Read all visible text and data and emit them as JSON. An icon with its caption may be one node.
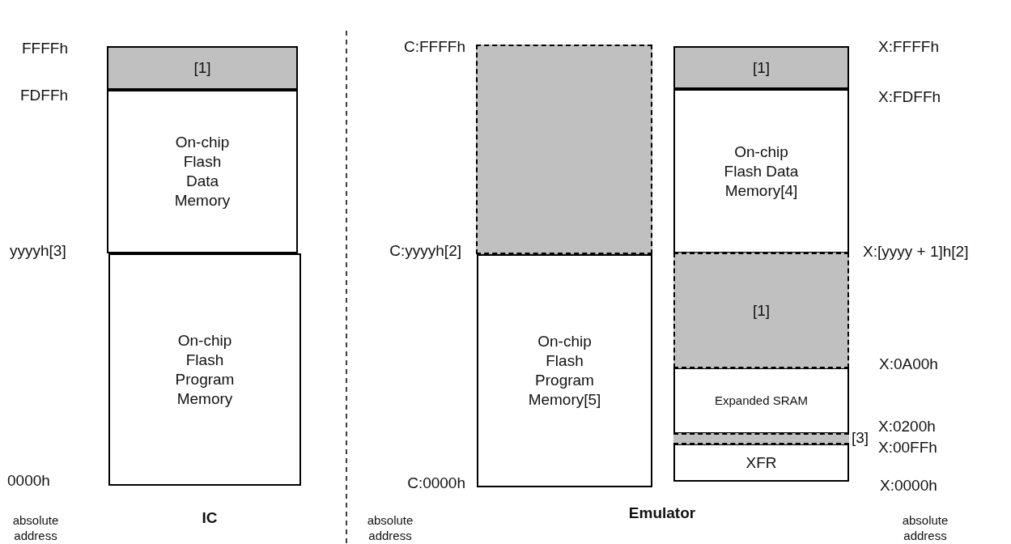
{
  "diagram": {
    "nodes": [
      {
        "text": [
          "[1]"
        ]
      },
      {
        "text": [
          "On-chip Flash Data Memory"
        ]
      },
      {
        "text": [
          "On-chip Flash Program Memory"
        ]
      },
      {
        "text": [],
        "shape": "box"
      },
      {
        "text": [
          "On-chip Flash Program Memory[5]"
        ]
      },
      {
        "text": [
          "[1]"
        ]
      },
      {
        "text": [
          "On-chip Flash Data Memory[4]"
        ]
      },
      {
        "text": [
          "[1]"
        ]
      },
      {
        "text": [
          "Expanded SRAM"
        ]
      },
      {
        "text": [],
        "shape": "bar"
      },
      {
        "text": [
          "XFR"
        ]
      }
    ],
    "labels": [
      "FFFFh",
      "FDFFh",
      "yyyyh[3]",
      "0000h",
      "absolute address",
      "IC",
      "C:FFFFh",
      "C:yyyyh[2]",
      "C:0000h",
      "absolute address",
      "Emulator",
      "X:FFFFh",
      "X:FDFFh",
      "X:[yyyy + 1]h[2]",
      "X:0A00h",
      "[3]",
      "X:0200h",
      "X:00FFh",
      "X:0000h",
      "absolute address"
    ]
  }
}
